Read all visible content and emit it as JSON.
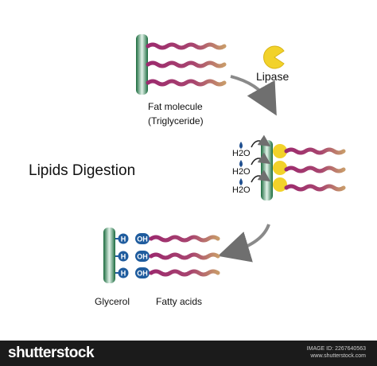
{
  "diagram": {
    "title": "Lipids Digestion",
    "fat_molecule_label_line1": "Fat molecule",
    "fat_molecule_label_line2": "(Triglyceride)",
    "lipase_label": "Lipase",
    "water_label": "H2O",
    "glycerol_label": "Glycerol",
    "fatty_acids_label": "Fatty acids",
    "hydrogen_symbol": "H",
    "hydroxyl_symbol": "OH"
  },
  "colors": {
    "glycerol_green": "#1e7a45",
    "glycerol_highlight": "#dff0e6",
    "fatty_acid_purple": "#9c2a6e",
    "fatty_acid_tan": "#c89a6a",
    "lipase_yellow": "#f2d22a",
    "water_blue": "#1f4f8f",
    "group_blue": "#1f5c9e",
    "arrow_gray": "#8a8a8a"
  },
  "footer": {
    "brand": "shutterstock",
    "image_id": "IMAGE ID: 2267640563",
    "site": "www.shutterstock.com"
  }
}
